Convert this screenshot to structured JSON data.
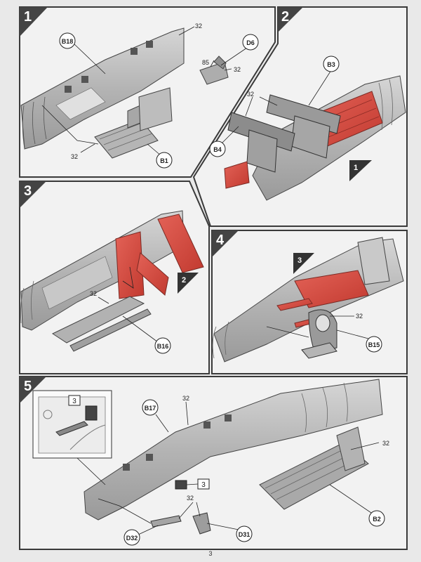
{
  "colors": {
    "border": "#3a3a3a",
    "panel": "#f1f1f1",
    "part_grey": "#b9b9b9",
    "part_grey_dark": "#8f8f8f",
    "part_red": "#d9473c",
    "step_badge": "#444444"
  },
  "steps": [
    {
      "number": "1",
      "callouts": {
        "b18": "B18",
        "d6": "D6",
        "b1": "B1",
        "n32a": "32",
        "n32b": "32",
        "n32c": "32",
        "n85": "85"
      }
    },
    {
      "number": "2",
      "callouts": {
        "b3": "B3",
        "b4": "B4",
        "n32": "32"
      },
      "ref_step": "1"
    },
    {
      "number": "3",
      "callouts": {
        "b16": "B16",
        "n32": "32"
      },
      "ref_step": "2"
    },
    {
      "number": "4",
      "callouts": {
        "b15": "B15",
        "n32": "32"
      },
      "ref_step": "3"
    },
    {
      "number": "5",
      "callouts": {
        "b17": "B17",
        "b2": "B2",
        "d32": "D32",
        "d31": "D31",
        "n32a": "32",
        "n32b": "32",
        "n32c": "32"
      },
      "ref_box": "3",
      "inset_ref_box": "3"
    }
  ],
  "page_number": "3"
}
